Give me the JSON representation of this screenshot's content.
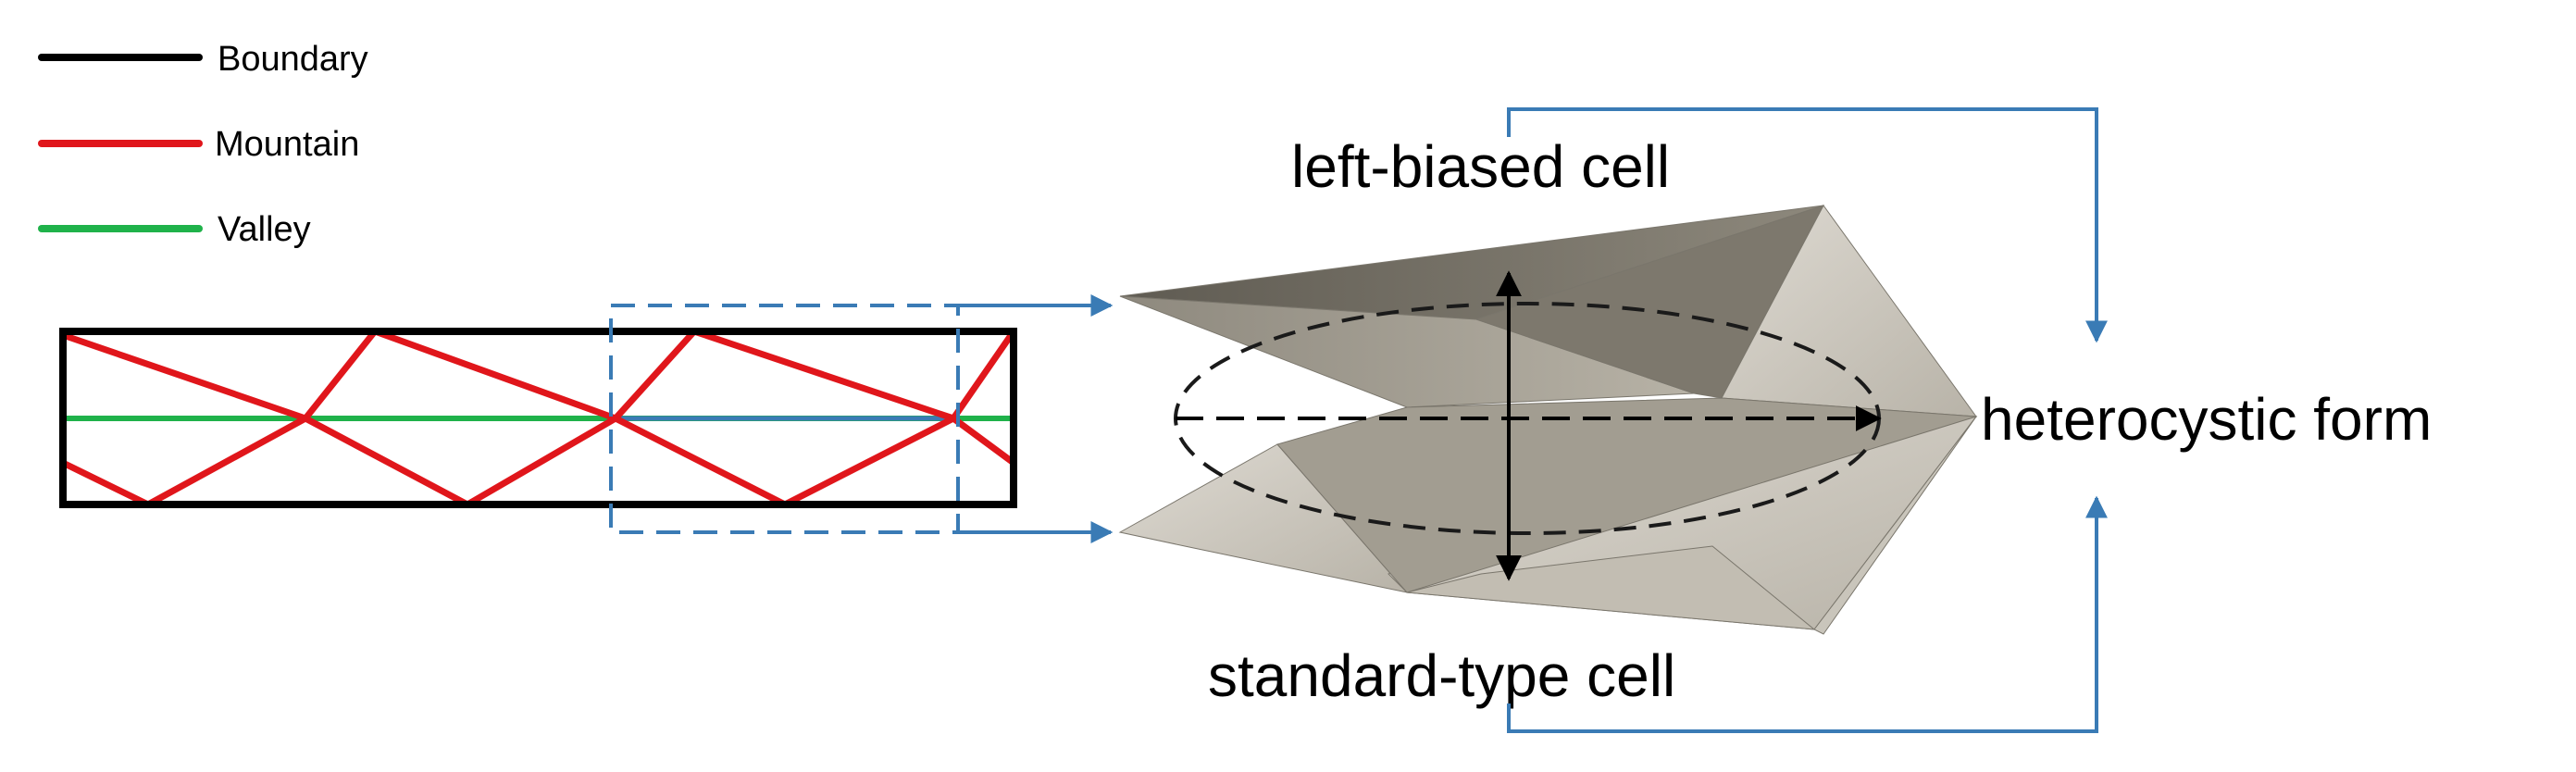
{
  "legend": {
    "items": [
      {
        "label": "Boundary",
        "color": "#000000"
      },
      {
        "label": "Mountain",
        "color": "#e0161b"
      },
      {
        "label": "Valley",
        "color": "#1fb24a"
      }
    ]
  },
  "labels": {
    "top_cell": "left-biased cell",
    "bottom_cell": "standard-type cell",
    "result": "heterocystic form"
  },
  "colors": {
    "arrow": "#3a7bb5",
    "boundary": "#000000",
    "mountain": "#e0161b",
    "valley": "#1fb24a",
    "paper_light": "#cfcbc2",
    "paper_mid": "#a9a498",
    "paper_dark": "#6e6a60"
  }
}
